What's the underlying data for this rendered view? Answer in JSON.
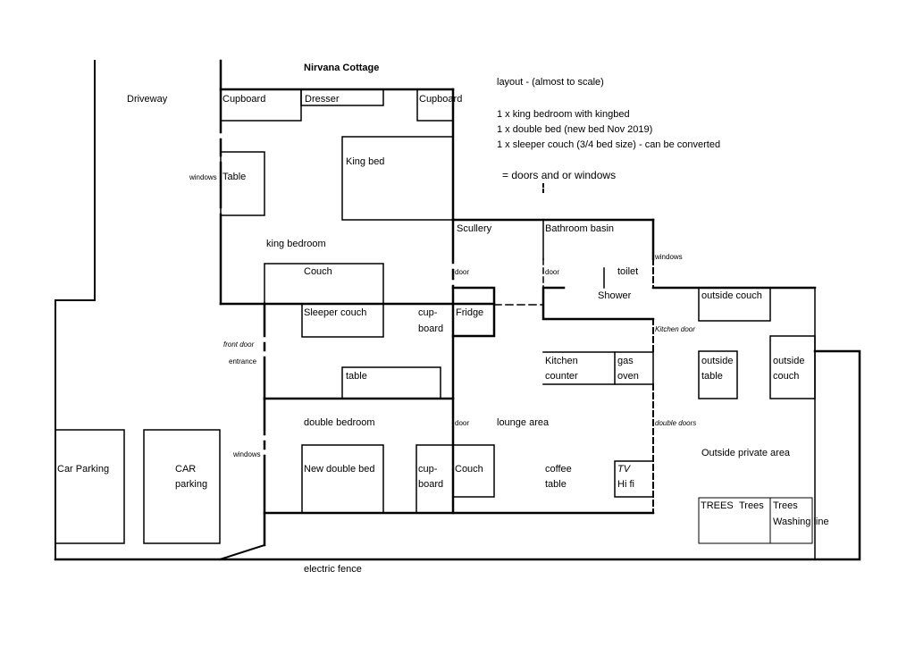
{
  "title": "Nirvana Cottage",
  "legend": {
    "heading": "layout - (almost to scale)",
    "lines": [
      "1 x king bedroom with kingbed",
      "1 x double bed (new bed Nov 2019)",
      "1 x sleeper couch (3/4 bed size) - can be converted"
    ],
    "doors_note": "= doors and or windows"
  },
  "labels": {
    "driveway": "Driveway",
    "cupboard_left": "Cupboard",
    "dresser": "Dresser",
    "cupboard_right": "Cupboard",
    "table_bedroom": "Table",
    "windows_left_top": "windows",
    "king_bed": "King bed",
    "king_bedroom": "king bedroom",
    "scullery": "Scullery",
    "bathroom_basin": "Bathroom basin",
    "door_scullery": "door",
    "door_bathroom": "door",
    "toilet": "toilet",
    "windows_right": "windows",
    "couch_king": "Couch",
    "shower": "Shower",
    "outside_couch_top": "outside couch",
    "sleeper_couch": "Sleeper couch",
    "cupboard_mid_1": "cup-",
    "cupboard_mid_2": "board",
    "fridge": "Fridge",
    "kitchen_door": "Kitchen door",
    "front_door": "front door",
    "entrance": "entrance",
    "kitchen_counter_1": "Kitchen",
    "kitchen_counter_2": "counter",
    "gas_oven_1": "gas",
    "gas_oven_2": "oven",
    "outside_table_1": "outside",
    "outside_table_2": "table",
    "outside_couch_right_1": "outside",
    "outside_couch_right_2": "couch",
    "table_mid": "table",
    "double_bedroom": "double bedroom",
    "door_lounge": "door",
    "lounge_area": "lounge area",
    "double_doors": "double doors",
    "outside_private_area": "Outside private area",
    "windows_left_bottom": "windows",
    "car_parking": "Car Parking",
    "car_parking_2a": "CAR",
    "car_parking_2b": "parking",
    "new_double_bed": "New double bed",
    "cupboard_low_1": "cup-",
    "cupboard_low_2": "board",
    "couch_lounge": "Couch",
    "coffee_table_1": "coffee",
    "coffee_table_2": "table",
    "tv": "TV",
    "hifi": "Hi fi",
    "trees_1": "TREES",
    "trees_2": "Trees",
    "trees_3": "Trees",
    "washing_line": "Washing line",
    "electric_fence": "electric fence"
  }
}
